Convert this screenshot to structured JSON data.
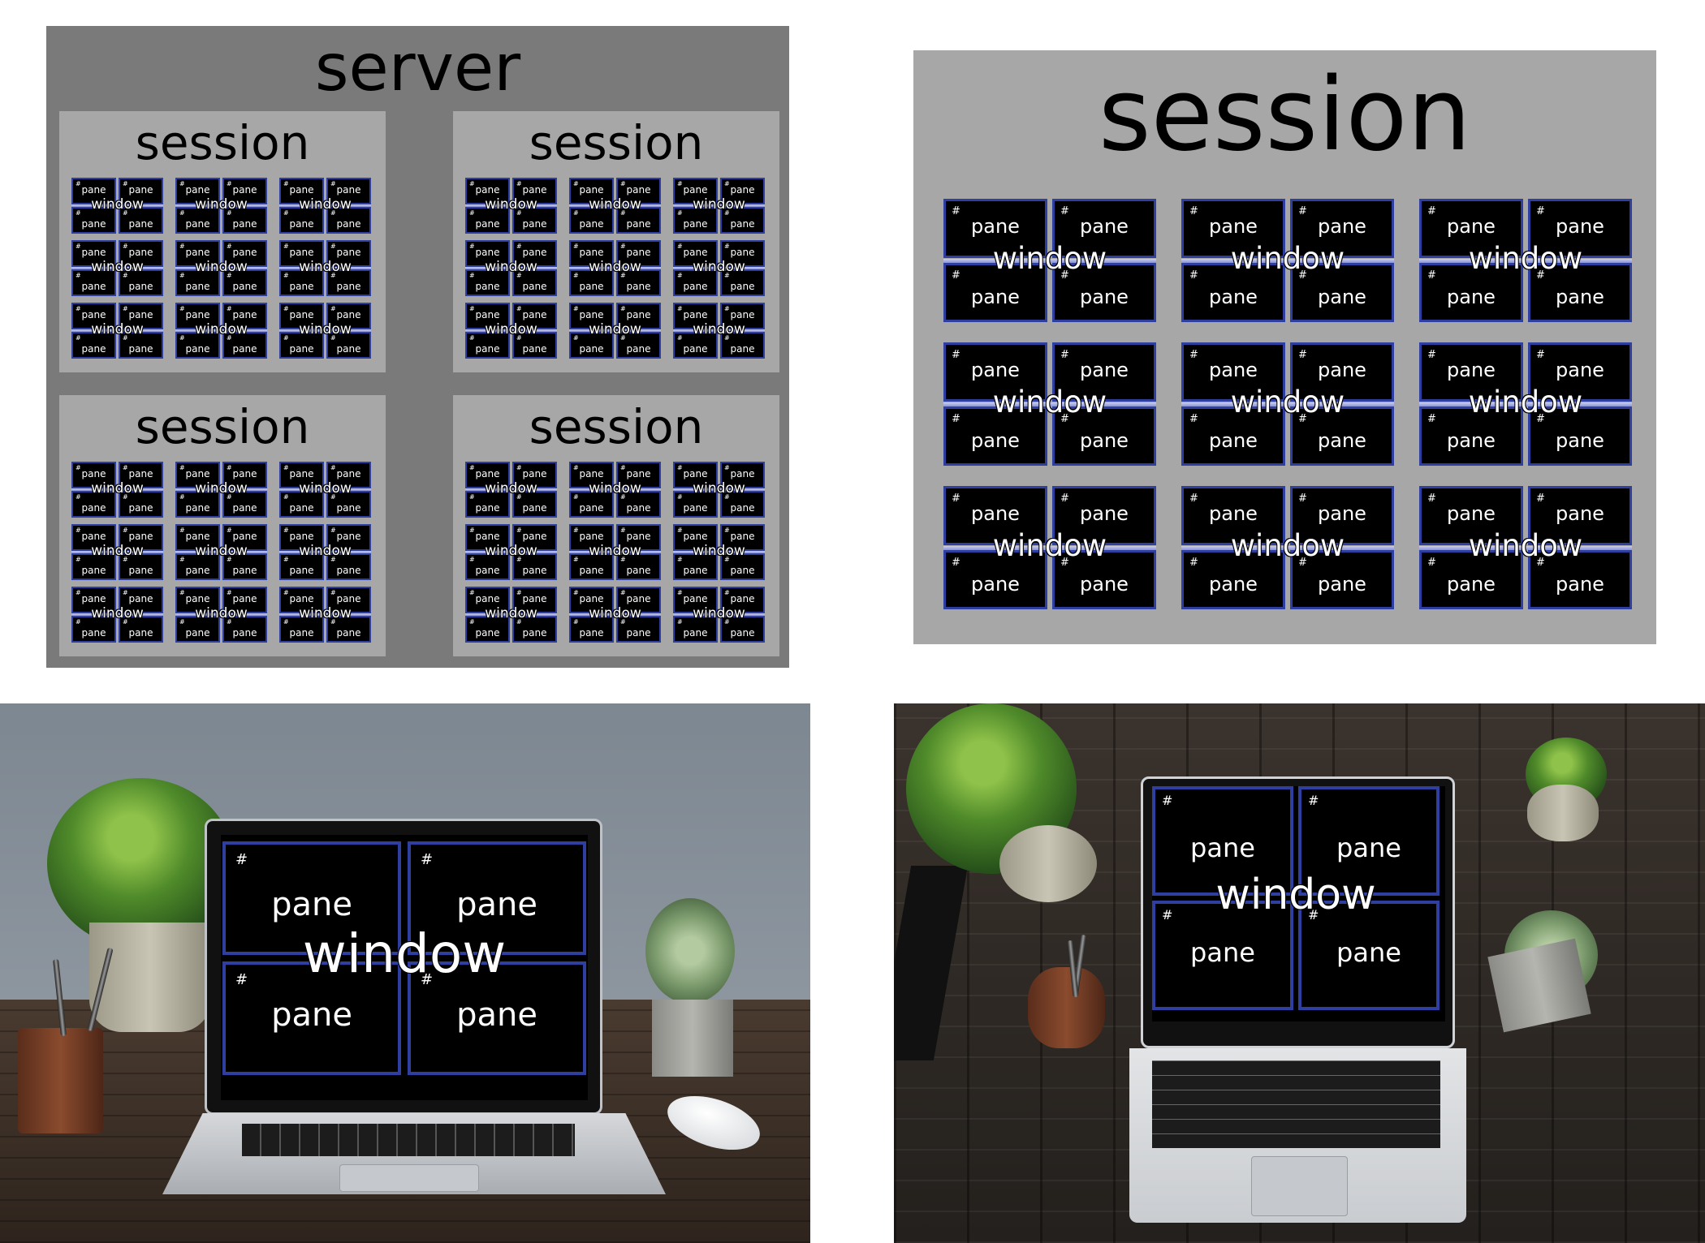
{
  "labels": {
    "server": "server",
    "session": "session",
    "window": "window",
    "pane": "pane",
    "hash": "#"
  },
  "colors": {
    "server_bg": "#7a7a7a",
    "session_bg": "#a7a7a7",
    "pane_bg": "#000000",
    "pane_border": "#2e3fa0",
    "text": "#ffffff"
  }
}
